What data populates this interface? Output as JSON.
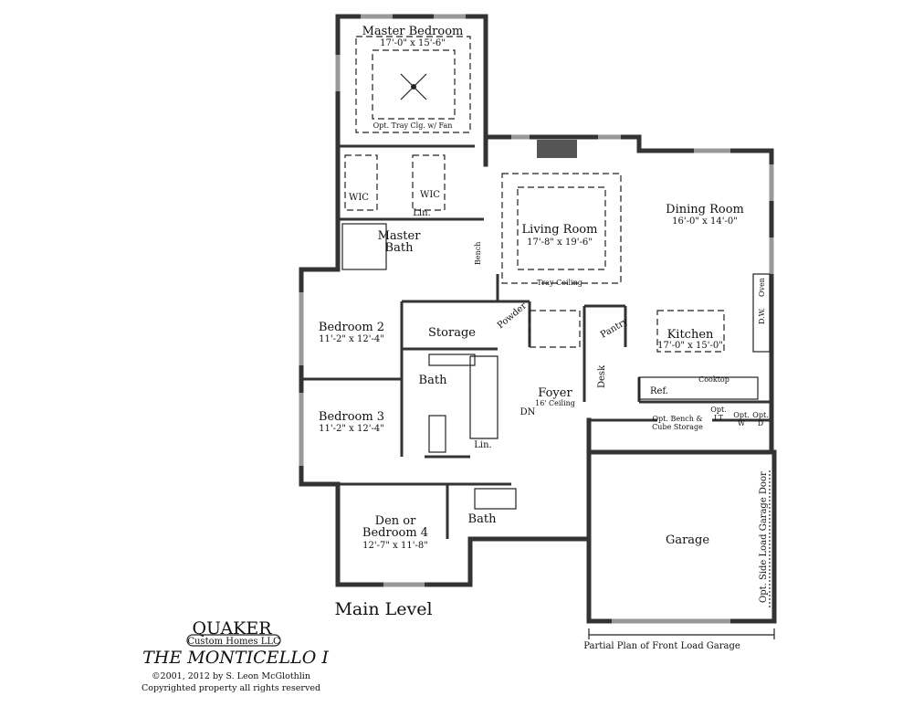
{
  "rooms": {
    "master_bedroom": {
      "name": "Master Bedroom",
      "dims": "17'-0\" x 15'-6\"",
      "note": "Opt. Tray Clg. w/ Fan"
    },
    "wic_left": "WIC",
    "wic_right": "WIC",
    "master_lin": "Lin.",
    "master_bath": {
      "line1": "Master",
      "line2": "Bath"
    },
    "bench": "Bench",
    "living_room": {
      "name": "Living Room",
      "dims": "17'-8\" x 19'-6\"",
      "note": "Tray Ceiling"
    },
    "dining_room": {
      "name": "Dining Room",
      "dims": "16'-0\" x 14'-0\""
    },
    "oven": "Oven",
    "dw": "D.W.",
    "kitchen": {
      "name": "Kitchen",
      "dims": "17'-0\" x 15'-0\""
    },
    "pantry": "Pantry",
    "desk": "Desk",
    "powder": "Powder",
    "storage": "Storage",
    "bedroom2": {
      "name": "Bedroom 2",
      "dims": "11'-2\" x 12'-4\""
    },
    "hall_bath": "Bath",
    "foyer": {
      "name": "Foyer",
      "note": "16' Ceiling"
    },
    "stairs_dn": "DN",
    "bedroom3": {
      "name": "Bedroom 3",
      "dims": "11'-2\" x 12'-4\""
    },
    "hall_lin": "Lin.",
    "ref": "Ref.",
    "cooktop": "Cooktop",
    "bench_storage": {
      "line1": "Opt. Bench &",
      "line2": "Cube Storage"
    },
    "laundry_tub": {
      "line1": "Opt.",
      "line2": "LT"
    },
    "washer": {
      "line1": "Opt.",
      "line2": "W"
    },
    "dryer": {
      "line1": "Opt.",
      "line2": "D"
    },
    "den": {
      "line1": "Den or",
      "line2": "Bedroom 4",
      "dims": "12'-7\" x 11'-8\""
    },
    "den_bath": "Bath",
    "garage": "Garage",
    "garage_door": "Opt. Side Load Garage Door"
  },
  "level_title": "Main Level",
  "partial_plan": "Partial Plan of Front Load Garage",
  "branding": {
    "company": "QUAKER",
    "company_sub": "Custom Homes LLC",
    "plan_name": "THE MONTICELLO I",
    "copyright": "©2001, 2012 by S. Leon McGlothlin",
    "rights": "Copyrighted property all rights reserved"
  }
}
